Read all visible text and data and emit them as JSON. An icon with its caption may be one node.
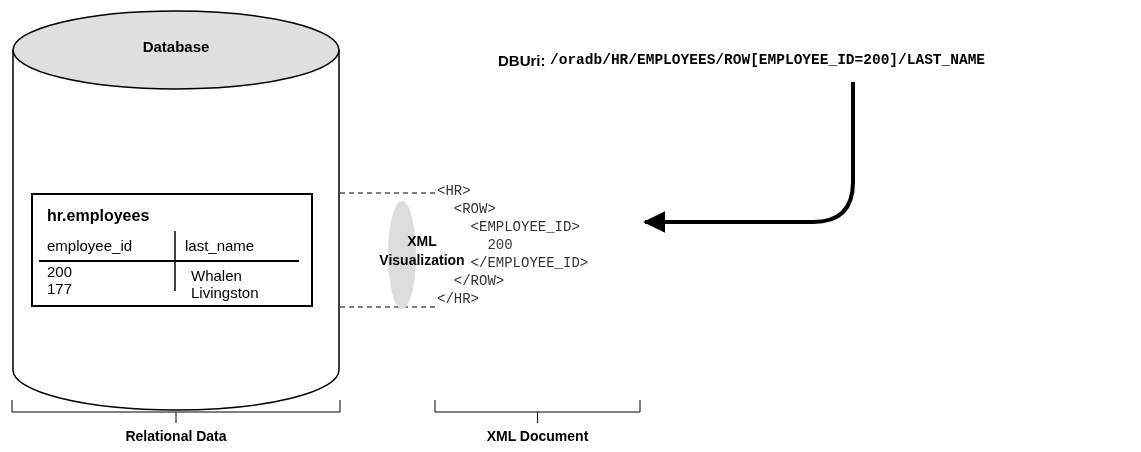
{
  "diagram": {
    "nodes": [
      {
        "text": [
          "Database"
        ]
      },
      {
        "text": [
          "hr.employees",
          "employee_id",
          "last_name",
          "200 177",
          "Whalen Livingston"
        ],
        "in": 0
      },
      {
        "text": [
          "XML Visualization"
        ]
      },
      {
        "text": [
          "<HR>",
          "<ROW>",
          "<EMPLOYEE_ID>",
          "200",
          "</EMPLOYEE_ID>",
          "</ROW>",
          "</HR>"
        ]
      },
      {
        "text": [
          "DBUri:",
          "/oradb/HR/EMPLOYEES/ROW[EMPLOYEE_ID=200]/LAST_NAME"
        ]
      }
    ],
    "edges": [
      {
        "from": 1,
        "to": 3,
        "arrow": "none",
        "style": "dashed"
      },
      {
        "from": 1,
        "to": 3,
        "arrow": "none",
        "style": "dashed"
      },
      {
        "from": 4,
        "to": 3,
        "arrow": "to",
        "style": "thick"
      }
    ],
    "labels": [
      "Relational Data",
      "XML Document"
    ]
  }
}
